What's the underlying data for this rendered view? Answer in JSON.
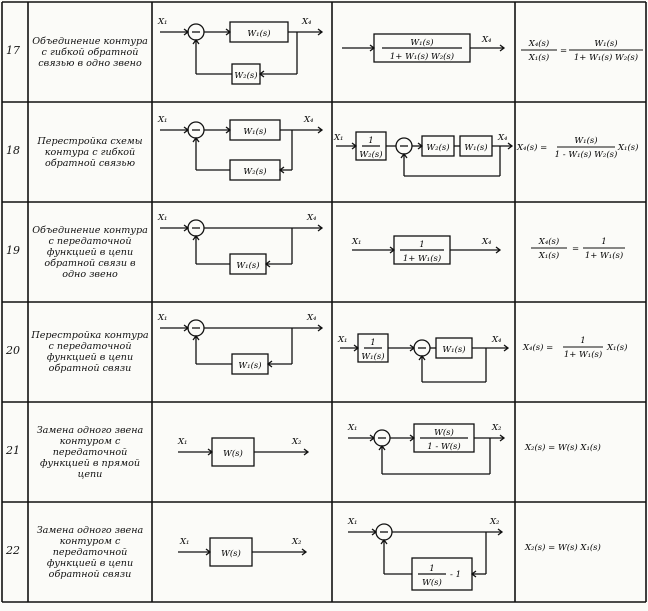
{
  "rows": [
    {
      "num": "17",
      "desc": "Объединение контура с гибкой обратной связью в одно звено",
      "scheme": {
        "in": "X₁",
        "out": "X₄",
        "fwd": "W₁(s)",
        "fb": "W₂(s)"
      },
      "equiv": {
        "num": "W₁(s)",
        "den": "1+ W₁(s) W₂(s)",
        "out": "X₄"
      },
      "formula": {
        "lhs_num": "X₄(s)",
        "lhs_den": "X₁(s)",
        "rhs_num": "W₁(s)",
        "rhs_den": "1+ W₁(s) W₂(s)"
      }
    },
    {
      "num": "18",
      "desc": "Перестройка схемы контура с гибкой обратной связью",
      "scheme": {
        "in": "X₁",
        "out": "X₄",
        "fwd": "W₁(s)",
        "fb": "W₂(s)"
      },
      "equiv": {
        "in": "X₁",
        "out": "X₄",
        "pre_num": "1",
        "pre_den": "W₂(s)",
        "b1": "W₂(s)",
        "b2": "W₁(s)"
      },
      "formula": {
        "lhs": "X₄(s) =",
        "rhs_num": "W₁(s)",
        "rhs_den": "1 - W₁(s) W₂(s)",
        "tail": "X₁(s)"
      }
    },
    {
      "num": "19",
      "desc": "Объединение контура с передаточной функцией в цепи обратной связи в одно звено",
      "scheme": {
        "in": "X₁",
        "out": "X₄",
        "fb": "W₁(s)"
      },
      "equiv": {
        "in": "X₁",
        "num": "1",
        "den": "1+ W₁(s)",
        "out": "X₄"
      },
      "formula": {
        "lhs_num": "X₄(s)",
        "lhs_den": "X₁(s)",
        "rhs_num": "1",
        "rhs_den": "1+ W₁(s)"
      }
    },
    {
      "num": "20",
      "desc": "Перестройка контура с передаточной функцией в цепи обратной связи",
      "scheme": {
        "in": "X₁",
        "out": "X₄",
        "fb": "W₁(s)"
      },
      "equiv": {
        "in": "X₁",
        "out": "X₄",
        "pre_num": "1",
        "pre_den": "W₁(s)",
        "b1": "W₁(s)"
      },
      "formula": {
        "lhs": "X₄(s) =",
        "rhs_num": "1",
        "rhs_den": "1+ W₁(s)",
        "tail": "X₁(s)"
      }
    },
    {
      "num": "21",
      "desc": "Замена одного звена контуром с передаточной функцией в прямой цепи",
      "scheme": {
        "in": "X₁",
        "out": "X₂",
        "block": "W(s)"
      },
      "equiv": {
        "in": "X₁",
        "out": "X₂",
        "num": "W(s)",
        "den": "1 - W(s)"
      },
      "formula": {
        "text": "X₂(s) = W(s) X₁(s)"
      }
    },
    {
      "num": "22",
      "desc": "Замена одного звена контуром с передаточной функцией в цепи обратной связи",
      "scheme": {
        "in": "X₁",
        "out": "X₂",
        "block": "W(s)"
      },
      "equiv": {
        "in": "X₁",
        "out": "X₂",
        "fb_num": "1",
        "fb_den": "W(s)",
        "fb_tail": "- 1"
      },
      "formula": {
        "text": "X₂(s) = W(s) X₁(s)"
      }
    }
  ]
}
